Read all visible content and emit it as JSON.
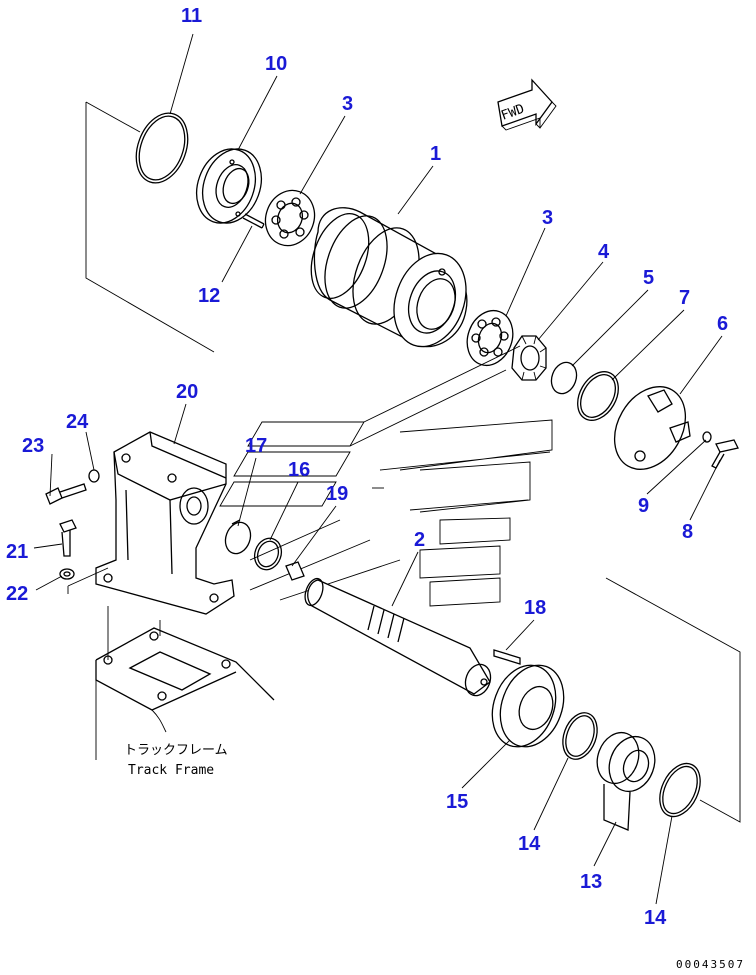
{
  "callouts": {
    "c1": "1",
    "c2": "2",
    "c3a": "3",
    "c3b": "3",
    "c4": "4",
    "c5": "5",
    "c6": "6",
    "c7": "7",
    "c8": "8",
    "c9": "9",
    "c10": "10",
    "c11": "11",
    "c12": "12",
    "c13": "13",
    "c14a": "14",
    "c14b": "14",
    "c15": "15",
    "c16": "16",
    "c17": "17",
    "c18": "18",
    "c19": "19",
    "c20": "20",
    "c21": "21",
    "c22": "22",
    "c23": "23",
    "c24": "24"
  },
  "direction_arrow": {
    "label": "FWD"
  },
  "frame_note": {
    "jp": "トラックフレーム",
    "en": "Track Frame"
  },
  "document_number": "00043507",
  "colors": {
    "callout": "#1a1ad6",
    "line": "#000000",
    "background": "#ffffff"
  }
}
